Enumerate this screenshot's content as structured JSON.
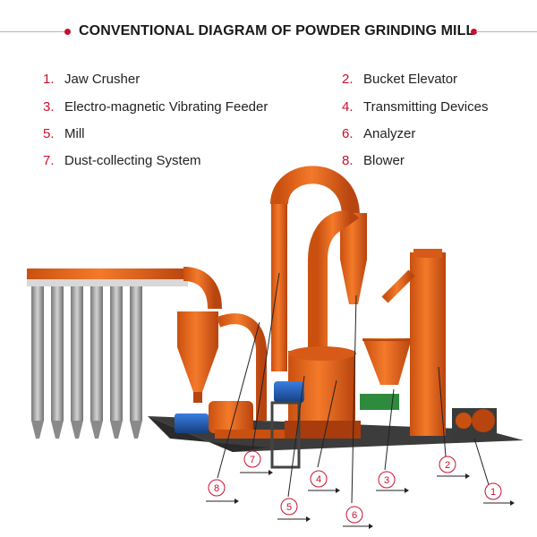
{
  "title": "CONVENTIONAL DIAGRAM OF POWDER GRINDING MILL",
  "legend": [
    {
      "num": "1.",
      "label": "Jaw Crusher"
    },
    {
      "num": "2.",
      "label": "Bucket Elevator"
    },
    {
      "num": "3.",
      "label": "Electro-magnetic Vibrating Feeder"
    },
    {
      "num": "4.",
      "label": "Transmitting Devices"
    },
    {
      "num": "5.",
      "label": "Mill"
    },
    {
      "num": "6.",
      "label": "Analyzer"
    },
    {
      "num": "7.",
      "label": "Dust-collecting System"
    },
    {
      "num": "8.",
      "label": "Blower"
    }
  ],
  "callouts": [
    "1",
    "2",
    "3",
    "4",
    "5",
    "6",
    "7",
    "8"
  ],
  "colors": {
    "accent": "#c8102e",
    "machine_orange": "#e8641e",
    "machine_dark": "#b8440f",
    "dust_bag_gray": "#a8a8a8",
    "motor_blue": "#1f5fb8",
    "feeder_green": "#2e8b3e",
    "floor": "#4a4a4a"
  }
}
